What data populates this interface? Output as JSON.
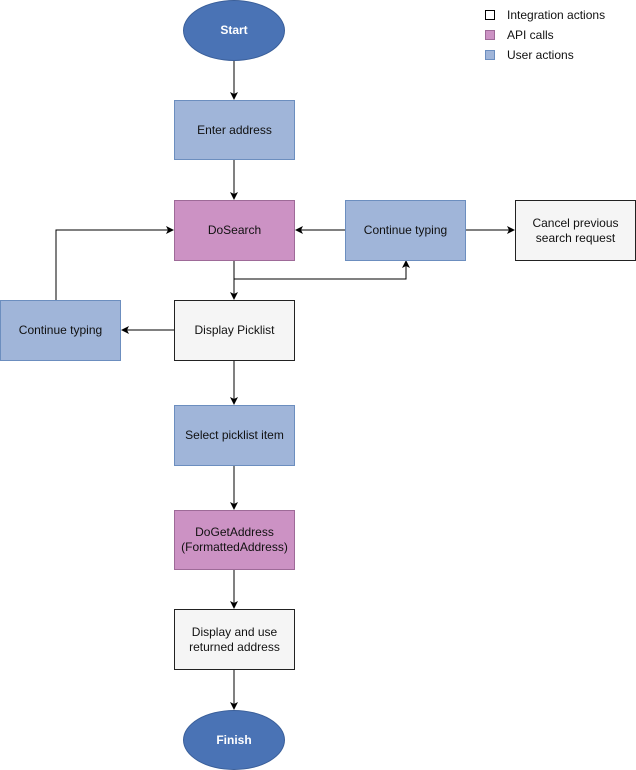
{
  "legend": {
    "integration": "Integration actions",
    "api": "API calls",
    "user": "User actions"
  },
  "nodes": {
    "start": "Start",
    "enter_address": "Enter address",
    "do_search": "DoSearch",
    "continue_typing_right": "Continue typing",
    "cancel_request": "Cancel previous search request",
    "continue_typing_left": "Continue typing",
    "display_picklist": "Display Picklist",
    "select_item": "Select picklist item",
    "do_get_address": "DoGetAddress (FormattedAddress)",
    "display_use": "Display and use returned address",
    "finish": "Finish"
  },
  "colors": {
    "user_actions": "#a0b5d9",
    "api_calls": "#cc92c4",
    "integration_actions": "#f5f5f5",
    "terminal": "#4a73b5"
  }
}
